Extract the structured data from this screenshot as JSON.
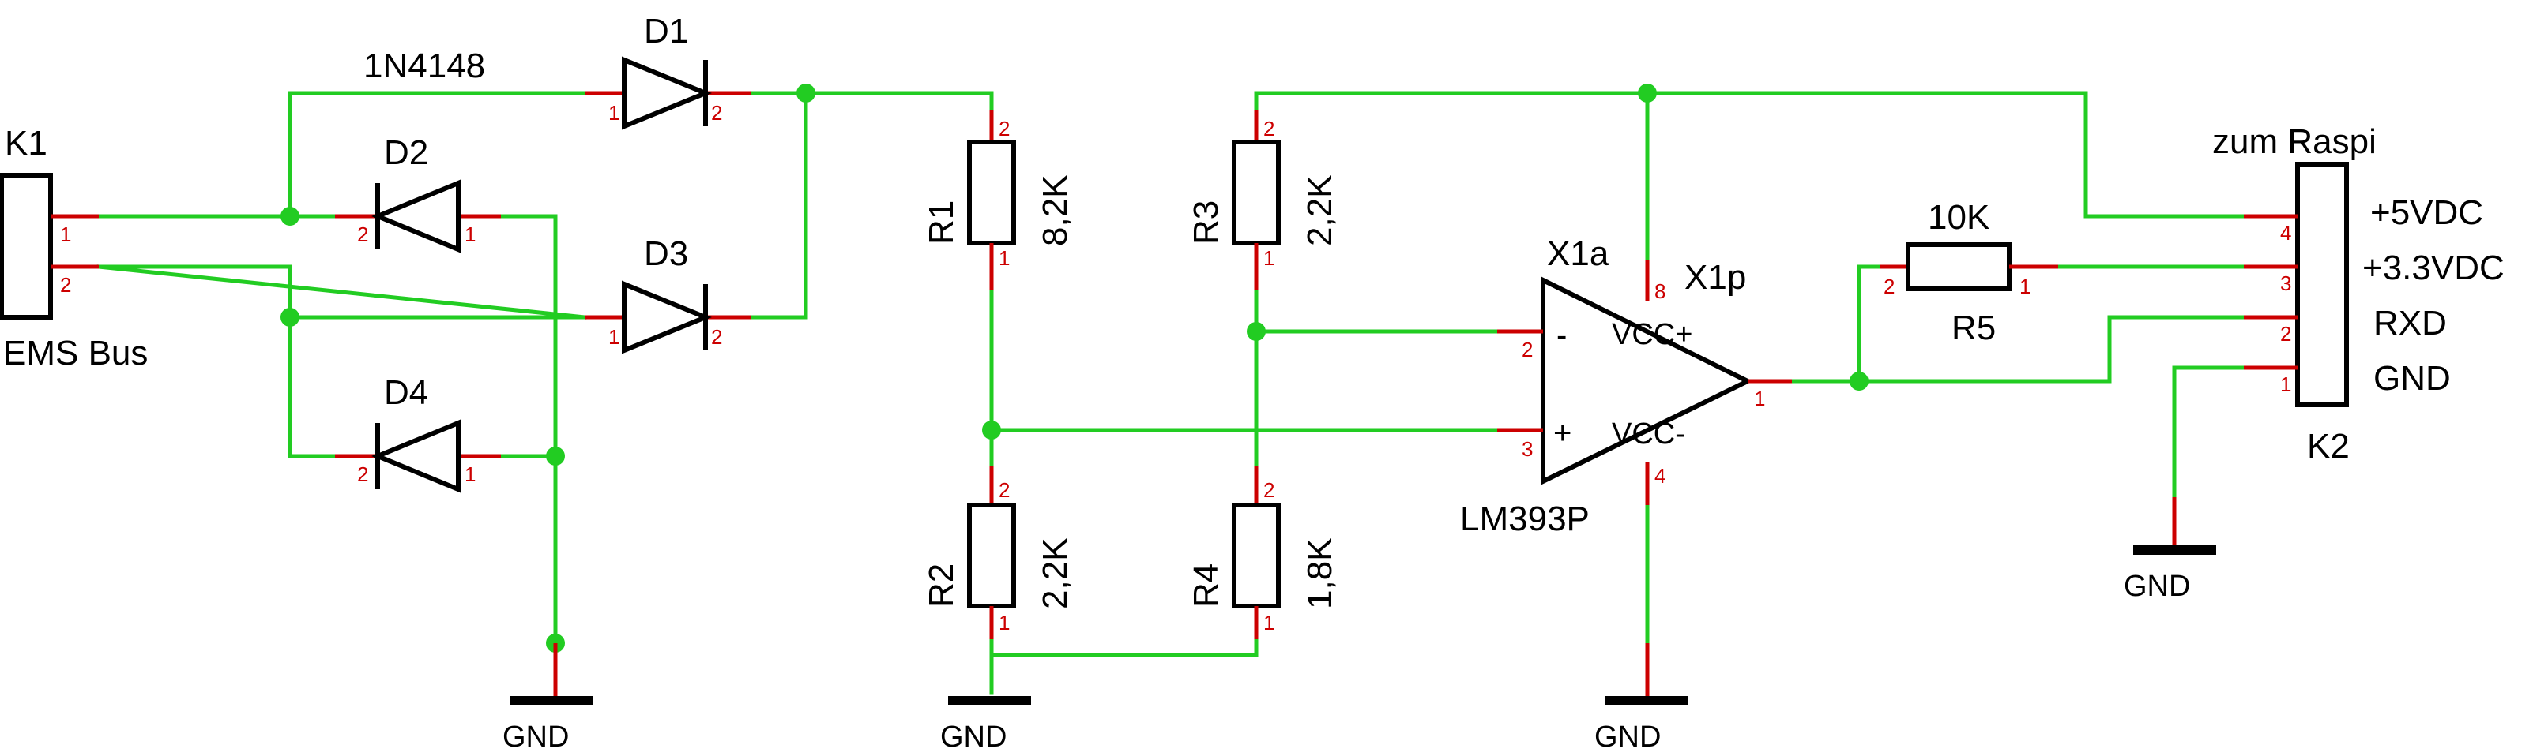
{
  "connectors": {
    "k1": {
      "name": "K1",
      "value": "EMS Bus",
      "pins": [
        "1",
        "2"
      ]
    },
    "k2": {
      "name": "K2",
      "value": "zum Raspi",
      "pins": [
        "4",
        "3",
        "2",
        "1"
      ],
      "signals": [
        "+5VDC",
        "+3.3VDC",
        "RXD",
        "GND"
      ]
    }
  },
  "diodes": {
    "d1": {
      "name": "D1",
      "value": "1N4148",
      "pin_a": "1",
      "pin_b": "2"
    },
    "d2": {
      "name": "D2",
      "pin_a": "2",
      "pin_b": "1"
    },
    "d3": {
      "name": "D3",
      "pin_a": "1",
      "pin_b": "2"
    },
    "d4": {
      "name": "D4",
      "pin_a": "2",
      "pin_b": "1"
    }
  },
  "resistors": {
    "r1": {
      "name": "R1",
      "value": "8,2K",
      "pin_top": "2",
      "pin_bottom": "1"
    },
    "r2": {
      "name": "R2",
      "value": "2,2K",
      "pin_top": "2",
      "pin_bottom": "1"
    },
    "r3": {
      "name": "R3",
      "value": "2,2K",
      "pin_top": "2",
      "pin_bottom": "1"
    },
    "r4": {
      "name": "R4",
      "value": "1,8K",
      "pin_top": "2",
      "pin_bottom": "1"
    },
    "r5": {
      "name": "R5",
      "value": "10K",
      "pin_left": "2",
      "pin_right": "1"
    }
  },
  "opamp": {
    "name": "X1a",
    "power_name": "X1p",
    "part": "LM393P",
    "minus": "-",
    "plus": "+",
    "vcc_plus": "VCC+",
    "vcc_minus": "VCC-",
    "pin_minus": "2",
    "pin_plus": "3",
    "pin_out": "1",
    "pin_vcc": "8",
    "pin_gnd": "4"
  },
  "ground_label": "GND",
  "colors": {
    "wire": "#22cc22",
    "pin": "#cc0000",
    "symbol": "#000000",
    "background": "#ffffff"
  }
}
